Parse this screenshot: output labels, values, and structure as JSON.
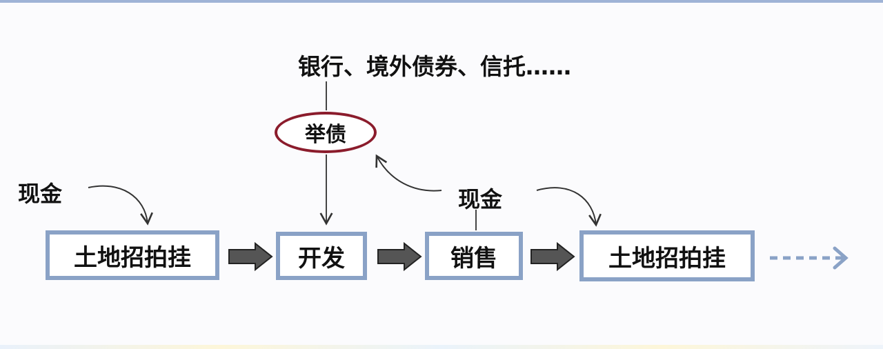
{
  "sources_text": "银行、境外债券、信托……",
  "debt_label": "举债",
  "cash_left": "现金",
  "cash_middle": "现金",
  "process_boxes": [
    "土地招拍挂",
    "开发",
    "销售",
    "土地招拍挂"
  ],
  "colors": {
    "box_border": "#8aa2c6",
    "ellipse_border": "#8b1c2c",
    "block_arrow": "#555555",
    "dashed_arrow": "#8aa2c6"
  }
}
